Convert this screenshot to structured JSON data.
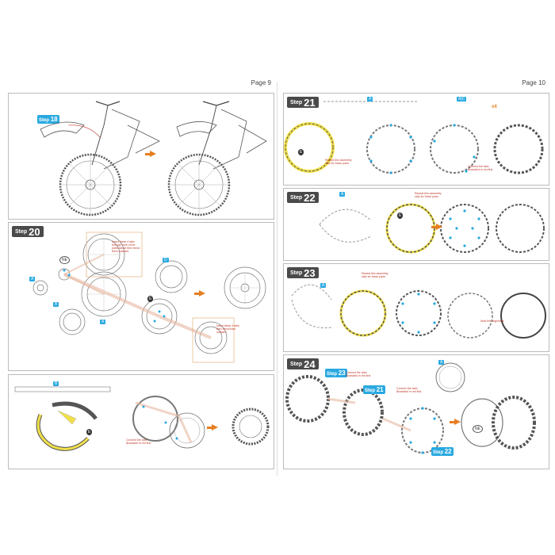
{
  "pages": {
    "left": {
      "number": "Page 9"
    },
    "right": {
      "number": "Page 10"
    }
  },
  "steps": {
    "s18": {
      "word": "Step",
      "number": "18"
    },
    "s20": {
      "word": "Step",
      "number": "20",
      "label_ne": "NE",
      "label_e": "E",
      "note1": "Insert these 4 tabs through both of the parts above then bend them outward",
      "note2": "Insert these 4 tabs then bend them outward",
      "note3": "Connect the tabs illustrated in red first"
    },
    "s21": {
      "word": "Step",
      "number": "21",
      "label_e": "E",
      "times": "x4",
      "note1": "Repeat this assembly step for these parts",
      "note2": "Connect the tabs illustrated in red first"
    },
    "s22": {
      "word": "Step",
      "number": "22",
      "label_e": "E",
      "note1": "Repeat this assembly step for these parts"
    },
    "s23": {
      "word": "Step",
      "number": "23",
      "note1": "Repeat this assembly step for these parts",
      "note2": "Note the alignment"
    },
    "s24": {
      "word": "Step",
      "number": "24",
      "label_ne": "NE",
      "sub23": "Step",
      "sub23n": "23",
      "sub21": "Step",
      "sub21n": "21",
      "sub22": "Step",
      "sub22n": "22",
      "note1": "Connect the tabs illustrated in red first",
      "note2": "Connect the tabs illustrated in red first"
    }
  },
  "colors": {
    "accent": "#29a9e0",
    "arrow": "#e67e22",
    "note": "#c0392b",
    "highlight": "#f1e04a"
  }
}
